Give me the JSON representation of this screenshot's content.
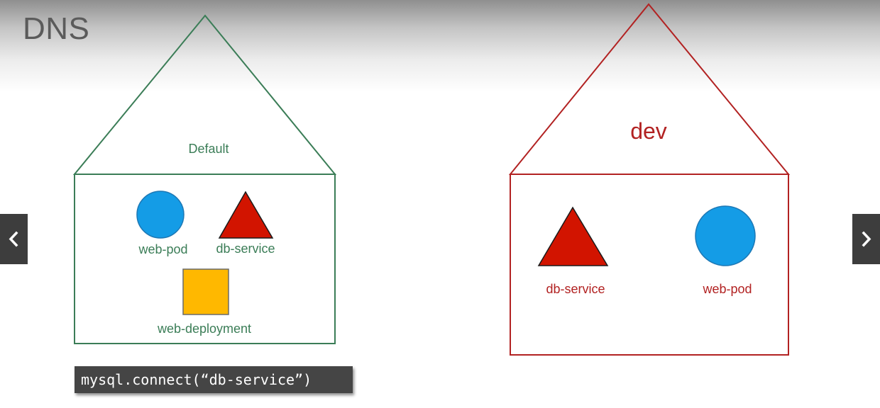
{
  "slide": {
    "title": "DNS"
  },
  "namespaces": [
    {
      "name": "Default",
      "color": "#3b7d57",
      "items": [
        {
          "label": "web-pod",
          "shape": "circle",
          "fill": "#149ce6"
        },
        {
          "label": "db-service",
          "shape": "triangle",
          "fill": "#d21400"
        },
        {
          "label": "web-deployment",
          "shape": "square",
          "fill": "#ffb800"
        }
      ]
    },
    {
      "name": "dev",
      "color": "#b22222",
      "items": [
        {
          "label": "db-service",
          "shape": "triangle",
          "fill": "#d21400"
        },
        {
          "label": "web-pod",
          "shape": "circle",
          "fill": "#149ce6"
        }
      ]
    }
  ],
  "code": {
    "text": "mysql.connect(“db-service”)"
  },
  "navigation": {
    "prev_icon": "chevron-left-icon",
    "next_icon": "chevron-right-icon"
  }
}
